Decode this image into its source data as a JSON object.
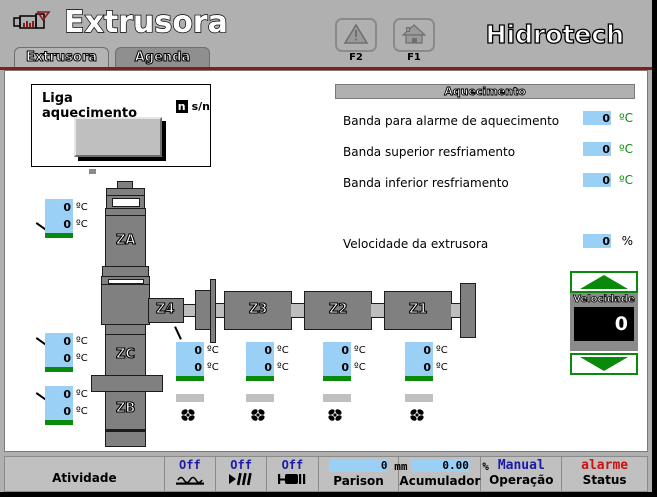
{
  "header": {
    "title": "Extrusora",
    "brand": "Hidrotech",
    "machine_icon": "extruder-icon",
    "fbuttons": [
      {
        "label": "F2",
        "icon": "warning-triangle-icon"
      },
      {
        "label": "F1",
        "icon": "home-icon"
      }
    ],
    "tabs": [
      {
        "label": "Extrusora",
        "active": true
      },
      {
        "label": "Agenda",
        "active": false
      }
    ]
  },
  "liga_panel": {
    "label": "Liga aquecimento",
    "value": "n",
    "unit": "s/n",
    "button_name": "liga-aquecimento-button"
  },
  "aquecimento": {
    "title": "Aquecimento",
    "rows": [
      {
        "label": "Banda para alarme de aquecimento",
        "value": "0",
        "unit": "ºC"
      },
      {
        "label": "Banda superior resfriamento",
        "value": "0",
        "unit": "ºC"
      },
      {
        "label": "Banda inferior resfriamento",
        "value": "0",
        "unit": "ºC"
      },
      {
        "label": "Velocidade da extrusora",
        "value": "0",
        "unit": "%"
      }
    ]
  },
  "velocity_control": {
    "label": "Velocidade",
    "value": "0",
    "up_icon": "arrow-up-icon",
    "down_icon": "arrow-down-icon"
  },
  "machine": {
    "zones": [
      {
        "id": "ZA",
        "label": "ZA"
      },
      {
        "id": "ZC",
        "label": "ZC"
      },
      {
        "id": "ZB",
        "label": "ZB"
      },
      {
        "id": "Z4",
        "label": "Z4"
      },
      {
        "id": "Z3",
        "label": "Z3"
      },
      {
        "id": "Z2",
        "label": "Z2"
      },
      {
        "id": "Z1",
        "label": "Z1"
      }
    ],
    "temp_displays": [
      {
        "zone": "ZA",
        "actual": "0",
        "setpoint": "0",
        "unit": "ºC",
        "bar_color": "#0a8a0a",
        "has_fan": false
      },
      {
        "zone": "ZC",
        "actual": "0",
        "setpoint": "0",
        "unit": "ºC",
        "bar_color": "#0a8a0a",
        "has_fan": false
      },
      {
        "zone": "ZB",
        "actual": "0",
        "setpoint": "0",
        "unit": "ºC",
        "bar_color": "#0a8a0a",
        "has_fan": false
      },
      {
        "zone": "Z4",
        "actual": "0",
        "setpoint": "0",
        "unit": "ºC",
        "bar_color": "#0a8a0a",
        "has_fan": true
      },
      {
        "zone": "Z3",
        "actual": "0",
        "setpoint": "0",
        "unit": "ºC",
        "bar_color": "#0a8a0a",
        "has_fan": true
      },
      {
        "zone": "Z2",
        "actual": "0",
        "setpoint": "0",
        "unit": "ºC",
        "bar_color": "#0a8a0a",
        "has_fan": true
      },
      {
        "zone": "Z1",
        "actual": "0",
        "setpoint": "0",
        "unit": "ºC",
        "bar_color": "#0a8a0a",
        "has_fan": true
      }
    ]
  },
  "status_bar": {
    "activity_label": "Atividade",
    "toggles": [
      {
        "state": "Off",
        "icon": "heater-icon"
      },
      {
        "state": "Off",
        "icon": "blower-fan-icon"
      },
      {
        "state": "Off",
        "icon": "motor-icon"
      }
    ],
    "parison": {
      "value": "0",
      "unit": "mm",
      "caption": "Parison"
    },
    "acumulador": {
      "value": "0.00",
      "unit": "%",
      "caption": "Acumulador"
    },
    "operation": {
      "value": "Manual",
      "caption": "Operação"
    },
    "status": {
      "value": "alarme",
      "caption": "Status"
    }
  },
  "colors": {
    "accent_green": "#0a8a0a",
    "field_blue": "#9ad0f5",
    "unit_green": "#0a8a0a",
    "alarm_red": "#d01010",
    "mode_blue": "#1a1aa8",
    "header_gray": "#b0b0b0",
    "red_rule": "#8b1a1a"
  }
}
